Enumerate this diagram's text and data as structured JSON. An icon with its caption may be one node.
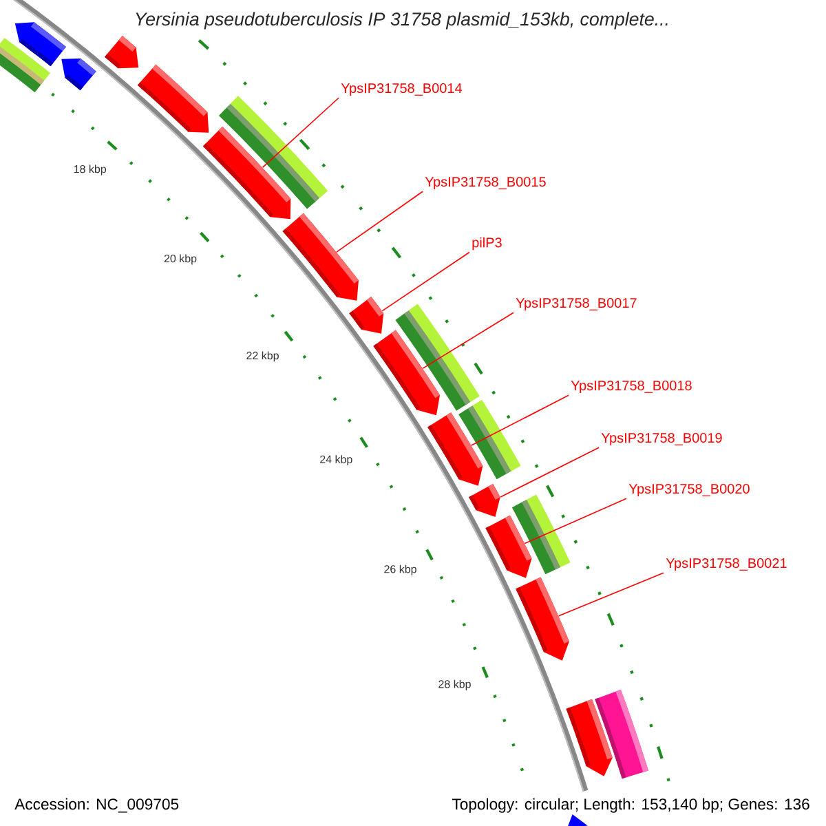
{
  "diagram": {
    "title": "Yersinia pseudotuberculosis IP 31758 plasmid_153kb, complete...",
    "nodes": [
      {
        "text": [
          "YpsIP31758_B0014"
        ]
      },
      {
        "text": [
          "YpsIP31758_B0015"
        ]
      },
      {
        "text": [
          "pilP3"
        ]
      },
      {
        "text": [
          "YpsIP31758_B0017"
        ]
      },
      {
        "text": [
          "YpsIP31758_B0018"
        ]
      },
      {
        "text": [
          "YpsIP31758_B0019"
        ]
      },
      {
        "text": [
          "YpsIP31758_B0020"
        ]
      },
      {
        "text": [
          "YpsIP31758_B0021"
        ]
      },
      {
        "text": [],
        "shape": "bar"
      },
      {
        "text": [],
        "shape": "bar"
      },
      {
        "text": [],
        "shape": "bar"
      },
      {
        "text": [],
        "shape": "bar"
      },
      {
        "text": [],
        "shape": "bar"
      },
      {
        "text": [],
        "shape": "bar"
      },
      {
        "text": [],
        "shape": "bar"
      },
      {
        "text": [],
        "shape": "bar"
      },
      {
        "text": [],
        "shape": "bar"
      },
      {
        "text": [],
        "shape": "bar"
      },
      {
        "text": [],
        "shape": "bar"
      },
      {
        "text": [],
        "shape": "bar"
      },
      {
        "text": [],
        "shape": "bar"
      },
      {
        "text": [],
        "shape": "bar"
      }
    ],
    "edges": [
      {
        "from": 0,
        "to": 12,
        "arrow": "none"
      },
      {
        "from": 1,
        "to": 13,
        "arrow": "none"
      },
      {
        "from": 2,
        "to": 14,
        "arrow": "none"
      },
      {
        "from": 3,
        "to": 15,
        "arrow": "none"
      },
      {
        "from": 4,
        "to": 16,
        "arrow": "none"
      },
      {
        "from": 5,
        "to": 17,
        "arrow": "none"
      },
      {
        "from": 6,
        "to": 18,
        "arrow": "none"
      },
      {
        "from": 7,
        "to": 19,
        "arrow": "none"
      }
    ],
    "labels": [
      "18 kbp",
      "20 kbp",
      "22 kbp",
      "24 kbp",
      "26 kbp",
      "28 kbp",
      "Accession: NC_009705",
      "Topology: circular; Length: 153,140 bp; Genes: 136"
    ]
  }
}
